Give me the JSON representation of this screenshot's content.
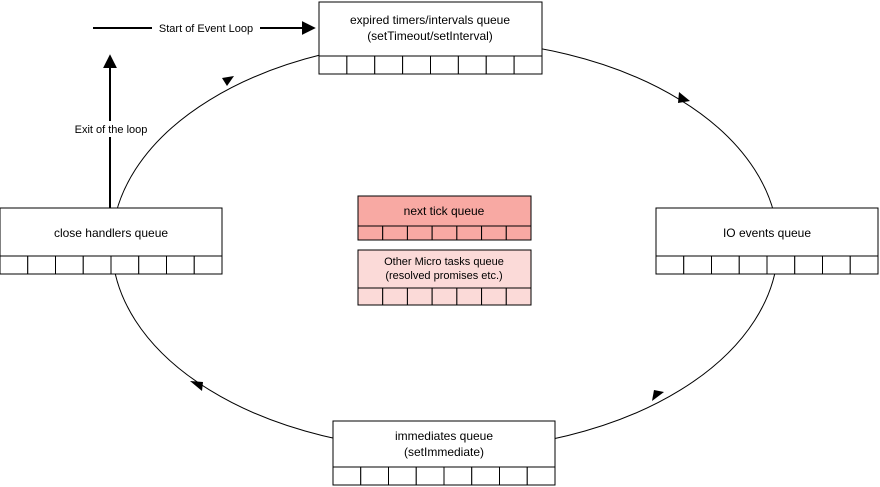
{
  "labels": {
    "start": "Start of Event Loop",
    "exit": "Exit of the loop"
  },
  "queues": {
    "timers": {
      "line1": "expired timers/intervals queue",
      "line2": "(setTimeout/setInterval)",
      "cells": 8
    },
    "io": {
      "line1": "IO events queue",
      "cells": 8
    },
    "immediates": {
      "line1": "immediates queue",
      "line2": "(setImmediate)",
      "cells": 8
    },
    "close": {
      "line1": "close handlers queue",
      "cells": 8
    },
    "next_tick": {
      "line1": "next tick queue",
      "cells": 7,
      "color": "#f8a9a3"
    },
    "micro": {
      "line1": "Other Micro tasks queue",
      "line2": "(resolved promises etc.)",
      "cells": 7,
      "color": "#fbdad8"
    }
  }
}
